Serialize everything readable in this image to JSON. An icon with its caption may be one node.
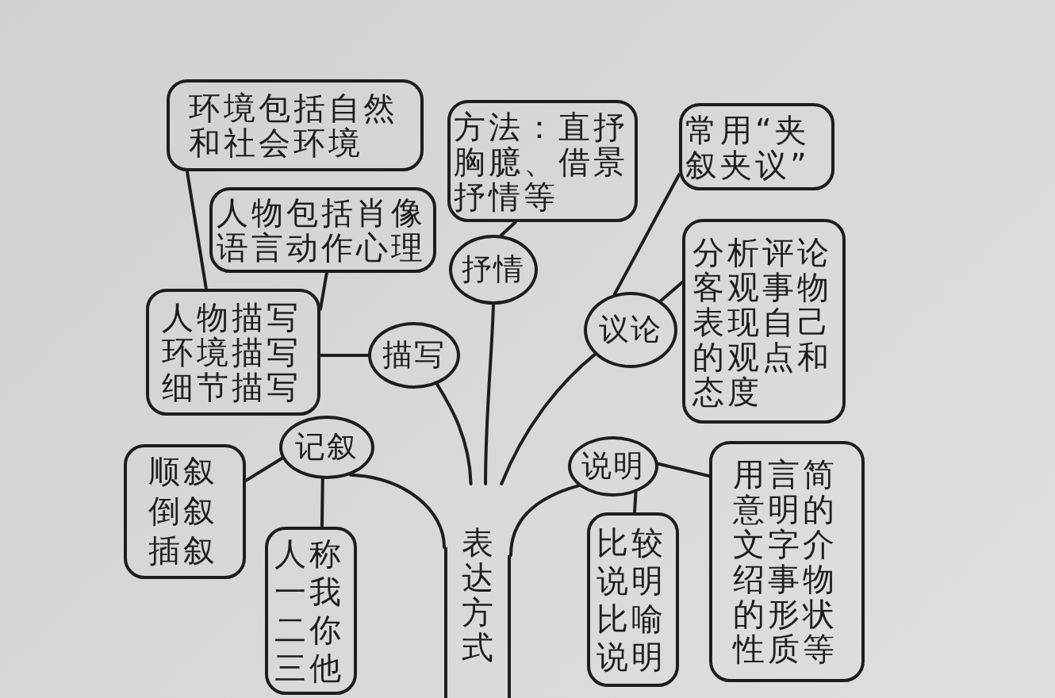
{
  "diagram": {
    "nodes": [
      {
        "text": [
          "环境包括自然和社会环境"
        ]
      },
      {
        "text": [
          "方法：直抒胸臆、借景抒情等"
        ]
      },
      {
        "text": [
          "常用“夹叙夹议”"
        ]
      },
      {
        "text": [
          "人物包括肖像语言动作心理"
        ]
      },
      {
        "text": [
          "抒情"
        ]
      },
      {
        "text": [
          "分析评论客观事物表现自己的观点和态度"
        ]
      },
      {
        "text": [
          "人物描写环境描写细节描写"
        ]
      },
      {
        "text": [
          "描写"
        ]
      },
      {
        "text": [
          "议论"
        ]
      },
      {
        "text": [
          "记叙"
        ]
      },
      {
        "text": [
          "说明"
        ]
      },
      {
        "text": [
          "顺叙倒叙插叙"
        ]
      },
      {
        "text": [
          "用言简意明的文字介绍事物的形状性质等"
        ]
      },
      {
        "text": [
          "表达方式"
        ]
      },
      {
        "text": [
          "人称一我二你三他"
        ]
      },
      {
        "text": [
          "比较说明比喻说明"
        ]
      }
    ],
    "edges": [
      {
        "from": 13,
        "to": 9,
        "arrow": "none"
      },
      {
        "from": 13,
        "to": 7,
        "arrow": "none"
      },
      {
        "from": 13,
        "to": 4,
        "arrow": "none"
      },
      {
        "from": 13,
        "to": 8,
        "arrow": "none"
      },
      {
        "from": 13,
        "to": 10,
        "arrow": "none"
      },
      {
        "from": 9,
        "to": 11,
        "arrow": "none"
      },
      {
        "from": 9,
        "to": 14,
        "arrow": "none"
      },
      {
        "from": 7,
        "to": 6,
        "arrow": "none"
      },
      {
        "from": 6,
        "to": 0,
        "arrow": "none"
      },
      {
        "from": 6,
        "to": 3,
        "arrow": "none"
      },
      {
        "from": 4,
        "to": 1,
        "arrow": "none"
      },
      {
        "from": 8,
        "to": 2,
        "arrow": "none"
      },
      {
        "from": 8,
        "to": 5,
        "arrow": "none"
      },
      {
        "from": 10,
        "to": 15,
        "arrow": "none"
      },
      {
        "from": 10,
        "to": 12,
        "arrow": "none"
      }
    ]
  }
}
